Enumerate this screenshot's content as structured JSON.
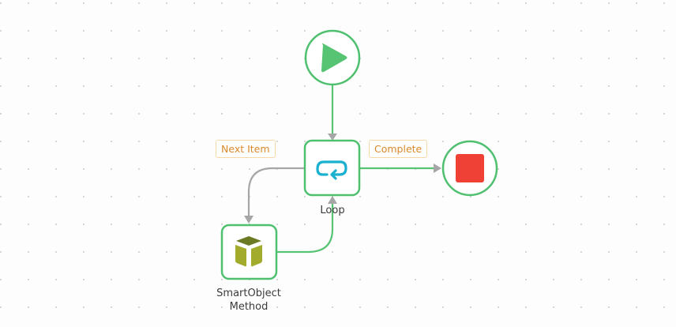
{
  "diagram": {
    "nodes": [
      {
        "id": "start",
        "type": "start",
        "label": "",
        "icon": "play-icon"
      },
      {
        "id": "loop",
        "type": "loop",
        "label": "Loop",
        "icon": "loop-arrow-icon"
      },
      {
        "id": "end",
        "type": "end",
        "label": "",
        "icon": "stop-icon"
      },
      {
        "id": "smartobject",
        "type": "smartobject-method",
        "label_line1": "SmartObject",
        "label_line2": "Method",
        "icon": "cube-icon"
      }
    ],
    "edges": [
      {
        "from": "start",
        "to": "loop",
        "label": ""
      },
      {
        "from": "loop",
        "to": "end",
        "label": "Complete"
      },
      {
        "from": "loop",
        "to": "smartobject",
        "label": "Next Item"
      },
      {
        "from": "smartobject",
        "to": "loop",
        "label": ""
      }
    ],
    "colors": {
      "node_border": "#4fc06f",
      "play": "#56c472",
      "stop": "#ef4136",
      "loop_icon": "#1ab0cf",
      "cube_top": "#6d7a24",
      "cube_sides": "#a3ab2c",
      "edge_green": "#57c474",
      "edge_gray": "#a6a6a6",
      "edge_label_text": "#d9892a",
      "edge_label_border": "#f7d9a8"
    }
  }
}
